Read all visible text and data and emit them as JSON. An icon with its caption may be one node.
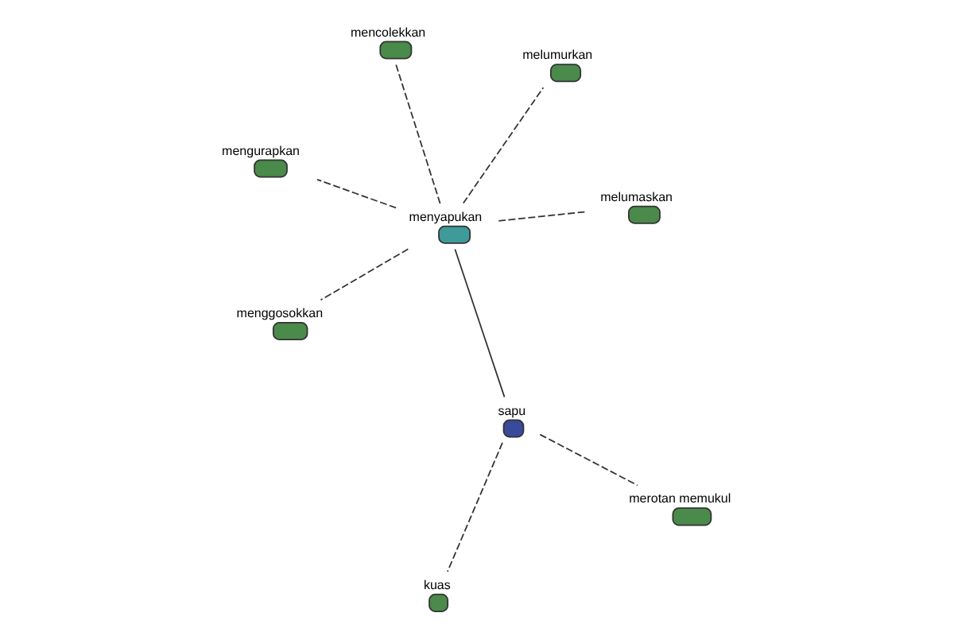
{
  "diagram": {
    "nodes": [
      {
        "text": [
          "melumaskan"
        ]
      },
      {
        "text": [
          "melumurkan"
        ]
      },
      {
        "text": [
          "menyapukan"
        ]
      },
      {
        "text": [
          "mencolekkan"
        ]
      },
      {
        "text": [
          "mengurapkan"
        ]
      },
      {
        "text": [
          "menggosokkan"
        ]
      },
      {
        "text": [
          "sapu"
        ]
      },
      {
        "text": [
          "kuas"
        ]
      },
      {
        "text": [
          "merotan memukul"
        ]
      }
    ],
    "edges": [
      {
        "from": 2,
        "to": 0,
        "arrow": "none",
        "style": "dashed"
      },
      {
        "from": 2,
        "to": 1,
        "arrow": "none",
        "style": "dashed"
      },
      {
        "from": 2,
        "to": 3,
        "arrow": "none",
        "style": "dashed"
      },
      {
        "from": 2,
        "to": 4,
        "arrow": "none",
        "style": "dashed"
      },
      {
        "from": 2,
        "to": 5,
        "arrow": "none",
        "style": "dashed"
      },
      {
        "from": 6,
        "to": 2,
        "arrow": "none"
      },
      {
        "from": 6,
        "to": 7,
        "arrow": "none",
        "style": "dashed"
      },
      {
        "from": 6,
        "to": 8,
        "arrow": "none",
        "style": "dashed"
      }
    ]
  }
}
